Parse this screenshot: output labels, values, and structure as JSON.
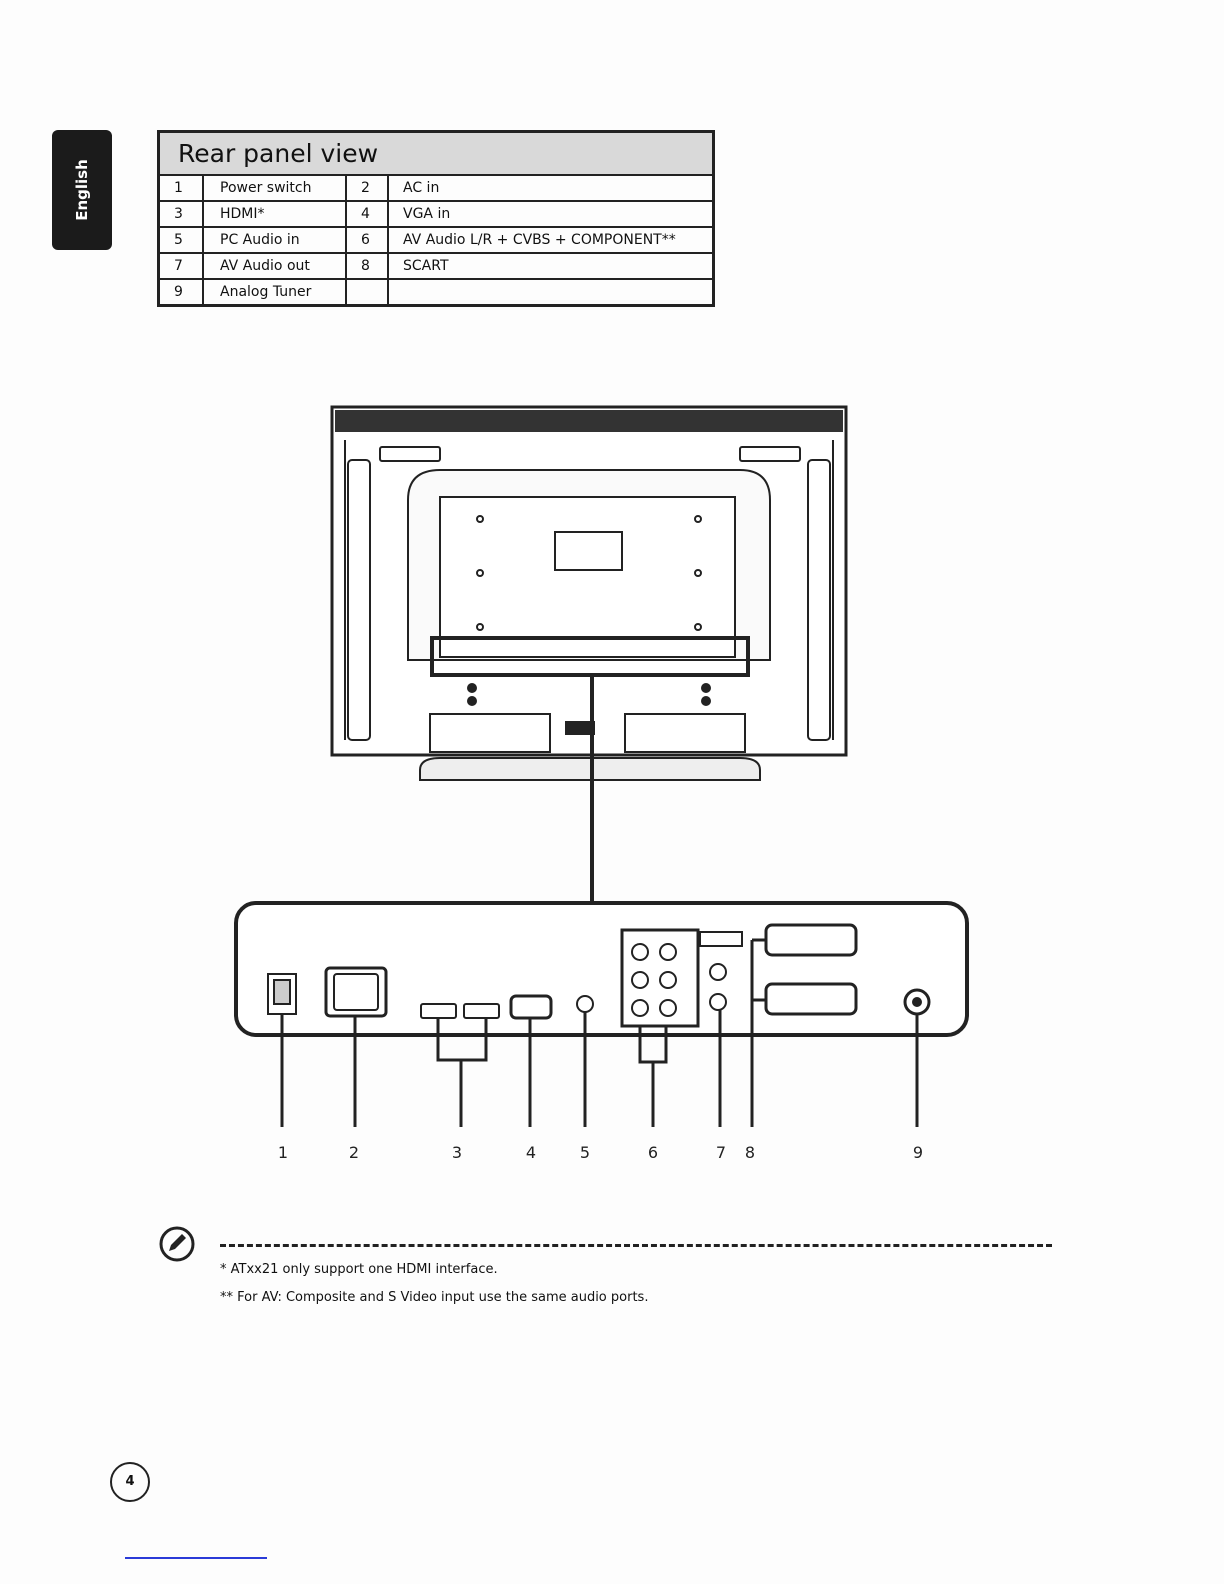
{
  "side_tab": {
    "label": "English"
  },
  "rear_table": {
    "title": "Rear panel view",
    "rows": [
      {
        "n1": "1",
        "l1": "Power switch",
        "n2": "2",
        "l2": "AC in"
      },
      {
        "n1": "3",
        "l1": "HDMI*",
        "n2": "4",
        "l2": "VGA in"
      },
      {
        "n1": "5",
        "l1": "PC Audio in",
        "n2": "6",
        "l2": "AV Audio L/R + CVBS + COMPONENT**"
      },
      {
        "n1": "7",
        "l1": "AV Audio out",
        "n2": "8",
        "l2": "SCART"
      },
      {
        "n1": "9",
        "l1": "Analog Tuner",
        "n2": "",
        "l2": ""
      }
    ]
  },
  "diagram": {
    "callouts": [
      "1",
      "2",
      "3",
      "4",
      "5",
      "6",
      "7",
      "8",
      "9"
    ]
  },
  "notes": {
    "icon": "note-pencil-icon",
    "lines": [
      "* ATxx21 only support one HDMI interface.",
      "** For AV: Composite and S Video input use the same audio ports."
    ]
  },
  "page": {
    "number": "4"
  }
}
